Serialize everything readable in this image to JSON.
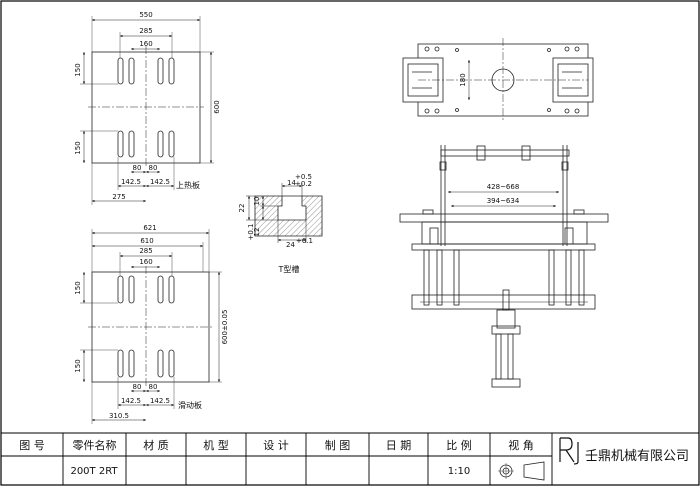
{
  "upper_plate": {
    "label": "上热板",
    "dim_overall_width": "550",
    "dim_slot_pitch_outer": "285",
    "dim_slot_pitch_inner": "160",
    "dim_height": "600",
    "dim_top_slot": "150",
    "dim_bottom_slot": "150",
    "dim_80_left": "80",
    "dim_80_right": "80",
    "dim_1425_left": "142.5",
    "dim_1425_right": "142.5",
    "dim_half_width": "275"
  },
  "slide_plate": {
    "label": "滑动板",
    "dim_width_outer": "621",
    "dim_width_inner": "610",
    "dim_slot_pitch_outer": "285",
    "dim_slot_pitch_inner": "160",
    "dim_height": "600±0.05",
    "dim_top_slot": "150",
    "dim_bottom_slot": "150",
    "dim_80_left": "80",
    "dim_80_right": "80",
    "dim_1425_left": "142.5",
    "dim_1425_right": "142.5",
    "dim_half_width": "310.5"
  },
  "t_slot": {
    "label": "T型槽",
    "dim_top": "14",
    "dim_top_tol_upper": "+0.5",
    "dim_top_tol_lower": "+0.2",
    "dim_depth": "22",
    "dim_10": "10",
    "dim_12": "12",
    "dim_12_tol": "+0.1",
    "dim_bottom": "24",
    "dim_bottom_tol": "+0.1"
  },
  "front_view": {
    "dim_180": "180"
  },
  "side_view": {
    "dim_range_outer": "428~668",
    "dim_range_inner": "394~634"
  },
  "title_block": {
    "headers": [
      "图  号",
      "零件名称",
      "材  质",
      "机  型",
      "设  计",
      "制  图",
      "日  期",
      "比  例",
      "视  角"
    ],
    "model": "200T 2RT",
    "scale": "1:10",
    "company": "壬鼎机械有限公司"
  }
}
